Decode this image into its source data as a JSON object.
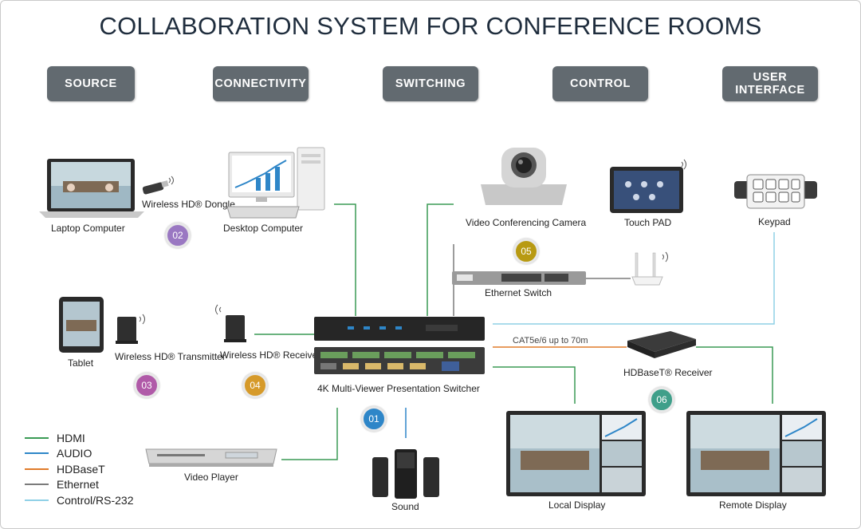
{
  "title": "COLLABORATION SYSTEM FOR CONFERENCE ROOMS",
  "categories": [
    "SOURCE",
    "CONNECTIVITY",
    "SWITCHING",
    "CONTROL",
    "USER INTERFACE"
  ],
  "devices": {
    "laptop": "Laptop Computer",
    "dongle": "Wireless HD® Dongle",
    "desktop": "Desktop Computer",
    "camera": "Video Conferencing Camera",
    "touchpad": "Touch PAD",
    "keypad": "Keypad",
    "ethernet_switch": "Ethernet Switch",
    "tablet": "Tablet",
    "transmitter": "Wireless HD® Transmitter",
    "receiver": "Wireless HD® Receiver",
    "switcher": "4K Multi-Viewer Presentation Switcher",
    "hdbaset_receiver": "HDBaseT® Receiver",
    "cable_note": "CAT5e/6 up to 70m",
    "video_player": "Video Player",
    "sound": "Sound",
    "local_display": "Local Display",
    "remote_display": "Remote Display"
  },
  "badges": {
    "b01": "01",
    "b02": "02",
    "b03": "03",
    "b04": "04",
    "b05": "05",
    "b06": "06"
  },
  "badge_colors": {
    "b01": "#2e86c8",
    "b02": "#9a78c2",
    "b03": "#b05aa8",
    "b04": "#d69a2a",
    "b05": "#b89a12",
    "b06": "#3f9f8a"
  },
  "legend": [
    {
      "label": "HDMI",
      "color": "#3a9a55"
    },
    {
      "label": "AUDIO",
      "color": "#2e86c8"
    },
    {
      "label": "HDBaseT",
      "color": "#e07b2a"
    },
    {
      "label": "Ethernet",
      "color": "#7b7b7b"
    },
    {
      "label": "Control/RS-232",
      "color": "#8fd0e6"
    }
  ]
}
